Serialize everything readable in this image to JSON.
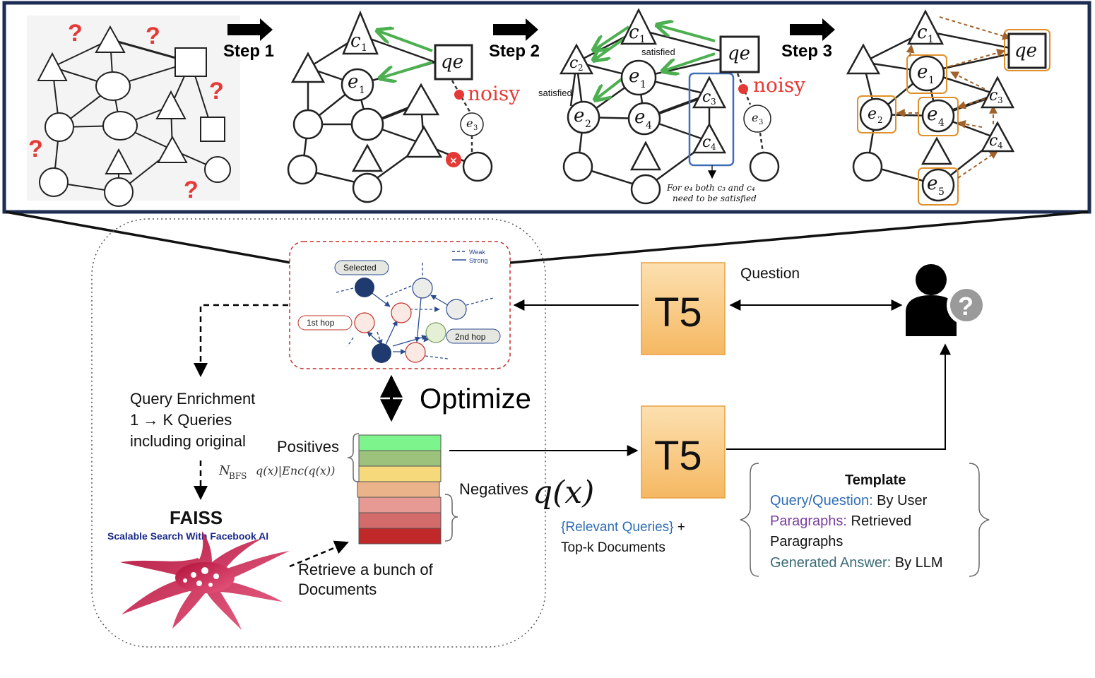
{
  "top_panel": {
    "steps": [
      "Step 1",
      "Step 2",
      "Step 3"
    ],
    "question_marks": [
      "?",
      "?",
      "?",
      "?",
      "?"
    ],
    "qe": "qe",
    "noisy": "noisy",
    "satisfied": "satisfied",
    "c1": "c",
    "c1_sub": "1",
    "c2": "c",
    "c2_sub": "2",
    "c3": "c",
    "c3_sub": "3",
    "c4": "c",
    "c4_sub": "4",
    "e1": "e",
    "e1_sub": "1",
    "e2": "e",
    "e2_sub": "2",
    "e3": "e",
    "e3_sub": "3",
    "e4": "e",
    "e4_sub": "4",
    "e5": "e",
    "e5_sub": "5",
    "note_line1": "For e₄ both c₃ and c₄",
    "note_line2": "need to be satisfied"
  },
  "mini_graph": {
    "legend_weak": "Weak",
    "legend_strong": "Strong",
    "selected": "Selected",
    "first_hop": "1st hop",
    "second_hop": "2nd hop"
  },
  "optimize": "Optimize",
  "query_enrichment": [
    "Query Enrichment",
    "1 → K Queries",
    "including original"
  ],
  "faiss_title": "FAISS",
  "faiss_subtitle": "Scalable Search With Facebook AI",
  "retrieve": [
    "Retrieve a bunch of",
    "Documents"
  ],
  "positives": "Positives",
  "negatives": "Negatives",
  "formula_n": "N",
  "formula_sub": "BFS",
  "formula_rest": "q(x)|Enc(q(x))",
  "qx": "q(x)",
  "t5_top": "T5",
  "t5_bottom": "T5",
  "question": "Question",
  "relevant_queries": "{Relevant Queries}",
  "plus": " +",
  "topk": "Top-k Documents",
  "template": {
    "title": "Template",
    "line1_key": "Query/Question:",
    "line1_val": " By User",
    "line2_key": "Paragraphs:",
    "line2_val": " Retrieved",
    "line3": "Paragraphs",
    "line4_key": "Generated Answer:",
    "line4_val": " By LLM"
  },
  "help_glyph": "?",
  "colors": {
    "green_arrow": "#4caf50",
    "noisy_red": "#e53935",
    "orange_box": "#e0902a",
    "brown_dash": "#a0622a",
    "blue_box": "#3f6fb5",
    "t5_fill": "#f9c77a",
    "query_blue": "#2f6db5",
    "paragraph_purple": "#7a3fa0",
    "answer_teal": "#3b6b75",
    "navy_node": "#1f3a6e",
    "stack": [
      "#7ef58c",
      "#9cc27c",
      "#f5d97a",
      "#eab38a",
      "#e69a93",
      "#d36b6b",
      "#c0282a"
    ]
  }
}
